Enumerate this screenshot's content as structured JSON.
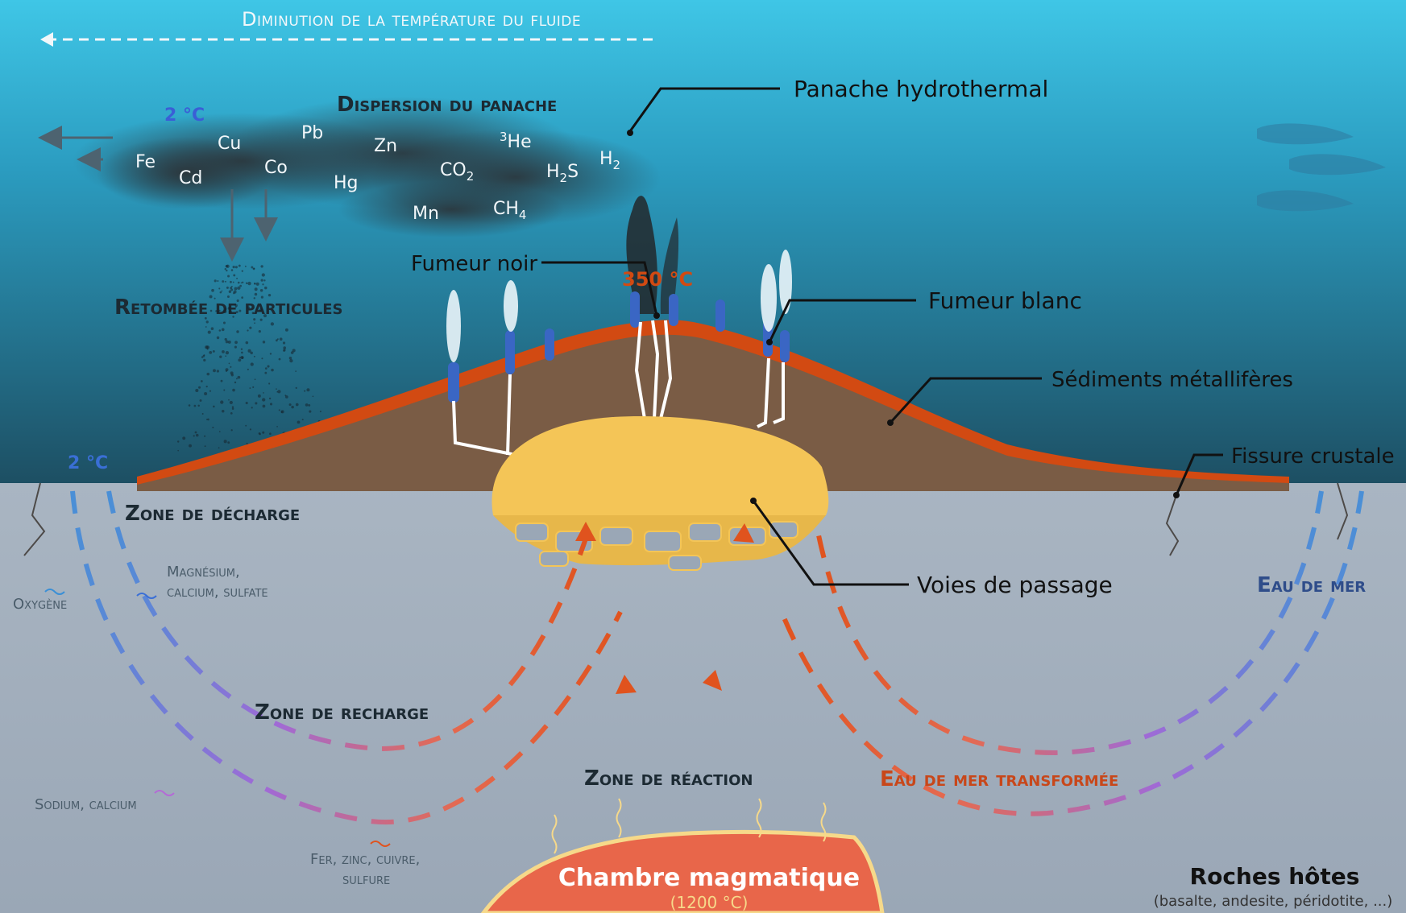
{
  "header": {
    "temperature_gradient": "Diminution de la température du fluide"
  },
  "plume": {
    "title": "Dispersion du panache",
    "temp_cold": "2 °C",
    "elements": [
      "Fe",
      "Cd",
      "Cu",
      "Co",
      "Pb",
      "Hg",
      "Zn",
      "Mn"
    ],
    "gases": {
      "co2_main": "CO",
      "co2_sub": "2",
      "ch4_main": "CH",
      "ch4_sub": "4",
      "he3_sup": "3",
      "he3_main": "He",
      "h2s_main": "H",
      "h2s_sub": "2",
      "h2s_tail": "S",
      "h2_main": "H",
      "h2_sub": "2"
    }
  },
  "particles": {
    "title": "Retombée de particules"
  },
  "callouts": {
    "panache": "Panache hydrothermal",
    "fumeur_noir": "Fumeur noir",
    "fumeur_blanc": "Fumeur blanc",
    "sediments": "Sédiments métallifères",
    "fissure": "Fissure crustale",
    "voies": "Voies de passage"
  },
  "temperatures": {
    "vent": "350 °C",
    "seafloor": "2 °C"
  },
  "zones": {
    "decharge": "Zone de décharge",
    "recharge": "Zone de recharge",
    "reaction": "Zone de réaction",
    "eau_mer": "Eau de mer",
    "eau_transformee": "Eau de mer transformée"
  },
  "chemistry": {
    "oxygene": "Oxygène",
    "magnesium_l1": "Magnésium,",
    "magnesium_l2": "calcium, sulfate",
    "sodium": "Sodium, calcium",
    "fer_l1": "Fer, zinc, cuivre,",
    "fer_l2": "sulfure"
  },
  "magma": {
    "title": "Chambre magmatique",
    "temp": "(1200 °C)"
  },
  "host_rocks": {
    "title": "Roches hôtes",
    "subtitle": "(basalte, andesite, péridotite, ...)"
  },
  "colors": {
    "sea_top": "#3fc6e6",
    "sea_bottom": "#1e5a6e",
    "crust": "#a6b3c1",
    "mound": "#7a5c45",
    "sediment": "#d24a12",
    "chamber": "#e8664a",
    "chamber_rim": "#f6d98a",
    "reaction_zone": "#f4c557",
    "recharge_blue": "#4a8fd6",
    "recharge_purple": "#a06ad6",
    "discharge_orange": "#e0531e"
  }
}
